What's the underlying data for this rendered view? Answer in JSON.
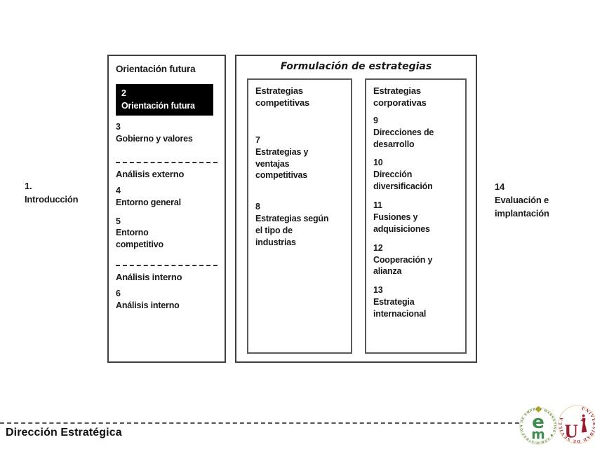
{
  "notes": {
    "left": {
      "num": "1.",
      "label": "Introducción"
    },
    "right": {
      "num": "14",
      "label": "Evaluación e implantación"
    }
  },
  "orientation": {
    "title": "Orientación futura",
    "item2": {
      "num": "2",
      "label": "Orientación futura"
    },
    "item3": {
      "num": "3",
      "label": "Gobierno y valores"
    },
    "sec_ext": "Análisis externo",
    "item4": {
      "num": "4",
      "label": "Entorno general"
    },
    "item5": {
      "num": "5",
      "label": "Entorno competitivo"
    },
    "sec_int": "Análisis interno",
    "item6": {
      "num": "6",
      "label": "Análisis interno"
    }
  },
  "formulation": {
    "title": "Formulación de estrategias",
    "competitive": {
      "title": "Estrategias competitivas",
      "item7": {
        "num": "7",
        "label": "Estrategias y ventajas competitivas"
      },
      "item8": {
        "num": "8",
        "label": "Estrategias según el tipo de industrias"
      }
    },
    "corporate": {
      "title": "Estrategias corporativas",
      "item9": {
        "num": "9",
        "label": "Direcciones de desarrollo"
      },
      "item10": {
        "num": "10",
        "label": "Dirección diversificación"
      },
      "item11": {
        "num": "11",
        "label": "Fusiones y adquisiciones"
      },
      "item12": {
        "num": "12",
        "label": "Cooperación y alianza"
      },
      "item13": {
        "num": "13",
        "label": "Estrategia internacional"
      }
    }
  },
  "footer": {
    "title": "Dirección Estratégica"
  },
  "logos": {
    "em": {
      "ring": "Y MARKETING ◆ ADMINISTRACIÓN DE EMPRESAS",
      "top": "e",
      "bottom": "m",
      "green": "#3e8e4e",
      "gold": "#b5a523"
    },
    "us": {
      "ring": "UNIVERSIDAD DE SEVILLA",
      "letter": "U",
      "maroon": "#9b1c2e"
    }
  },
  "colors": {
    "highlight_bg": "#000000",
    "highlight_text": "#ffffff",
    "border": "#404040"
  }
}
